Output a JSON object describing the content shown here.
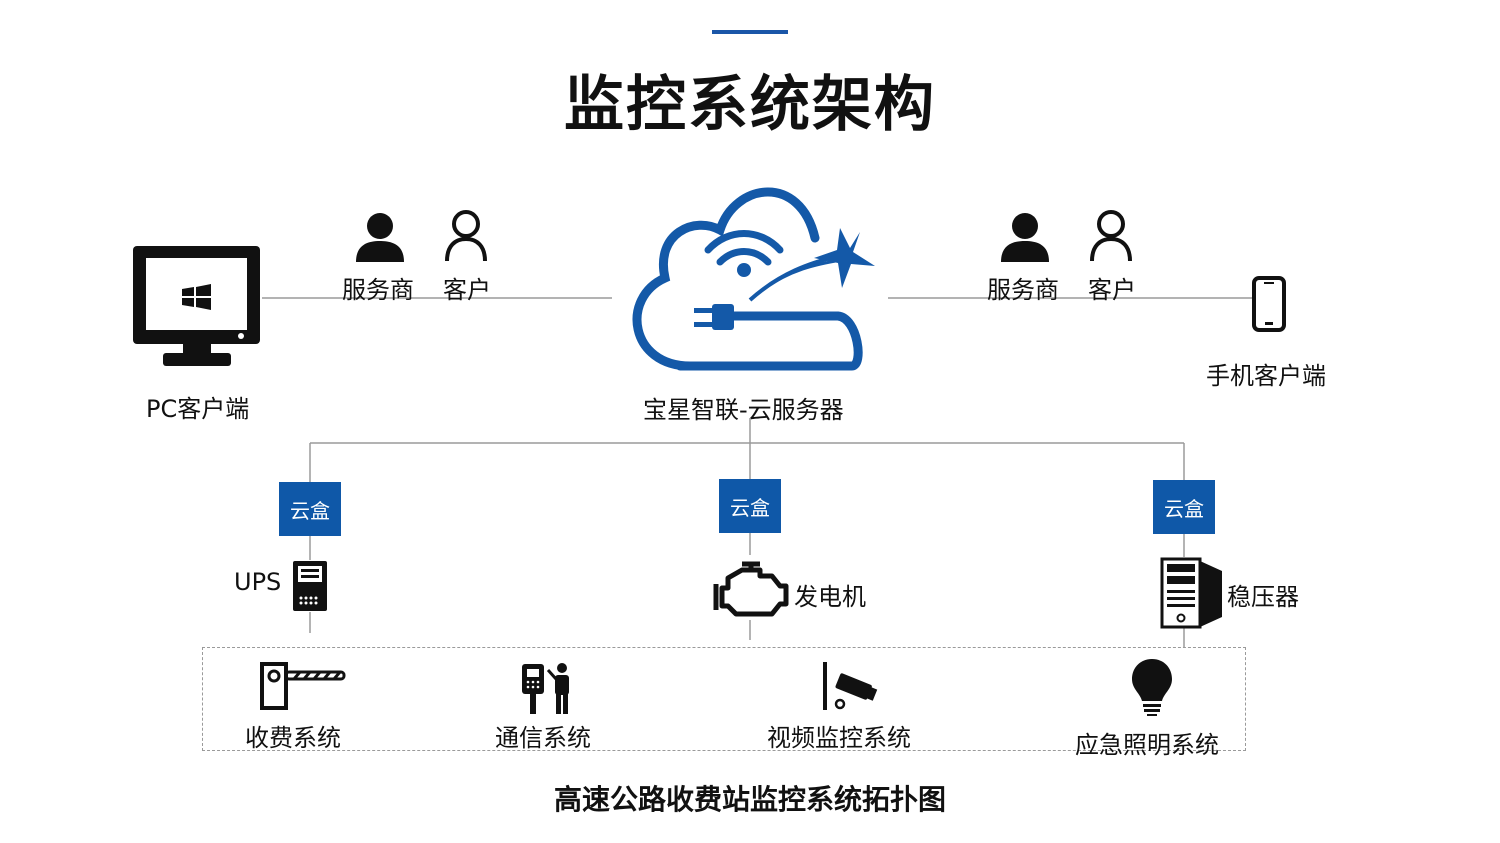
{
  "title": "监控系统架构",
  "colors": {
    "accent": "#1a56a8",
    "cloud_box": "#0f58a8",
    "line": "#9a9a9a"
  },
  "server": {
    "label": "宝星智联-云服务器",
    "icon": "cloud-wifi-plug-star-icon"
  },
  "left": {
    "users": [
      {
        "label": "服务商",
        "icon": "person-filled-icon"
      },
      {
        "label": "客户",
        "icon": "person-outline-icon"
      }
    ],
    "client": {
      "label": "PC客户端",
      "icon": "windows-monitor-icon"
    }
  },
  "right": {
    "users": [
      {
        "label": "服务商",
        "icon": "person-filled-icon"
      },
      {
        "label": "客户",
        "icon": "person-outline-icon"
      }
    ],
    "client": {
      "label": "手机客户端",
      "icon": "smartphone-icon"
    }
  },
  "branches": [
    {
      "box": "云盒",
      "device": "UPS",
      "icon": "ups-cabinet-icon"
    },
    {
      "box": "云盒",
      "device": "发电机",
      "icon": "engine-icon"
    },
    {
      "box": "云盒",
      "device": "稳压器",
      "icon": "server-tower-icon"
    }
  ],
  "subsystems": [
    {
      "label": "收费系统",
      "icon": "toll-barrier-icon"
    },
    {
      "label": "通信系统",
      "icon": "intercom-person-icon"
    },
    {
      "label": "视频监控系统",
      "icon": "cctv-camera-icon"
    },
    {
      "label": "应急照明系统",
      "icon": "light-bulb-icon"
    }
  ],
  "caption": "高速公路收费站监控系统拓扑图"
}
